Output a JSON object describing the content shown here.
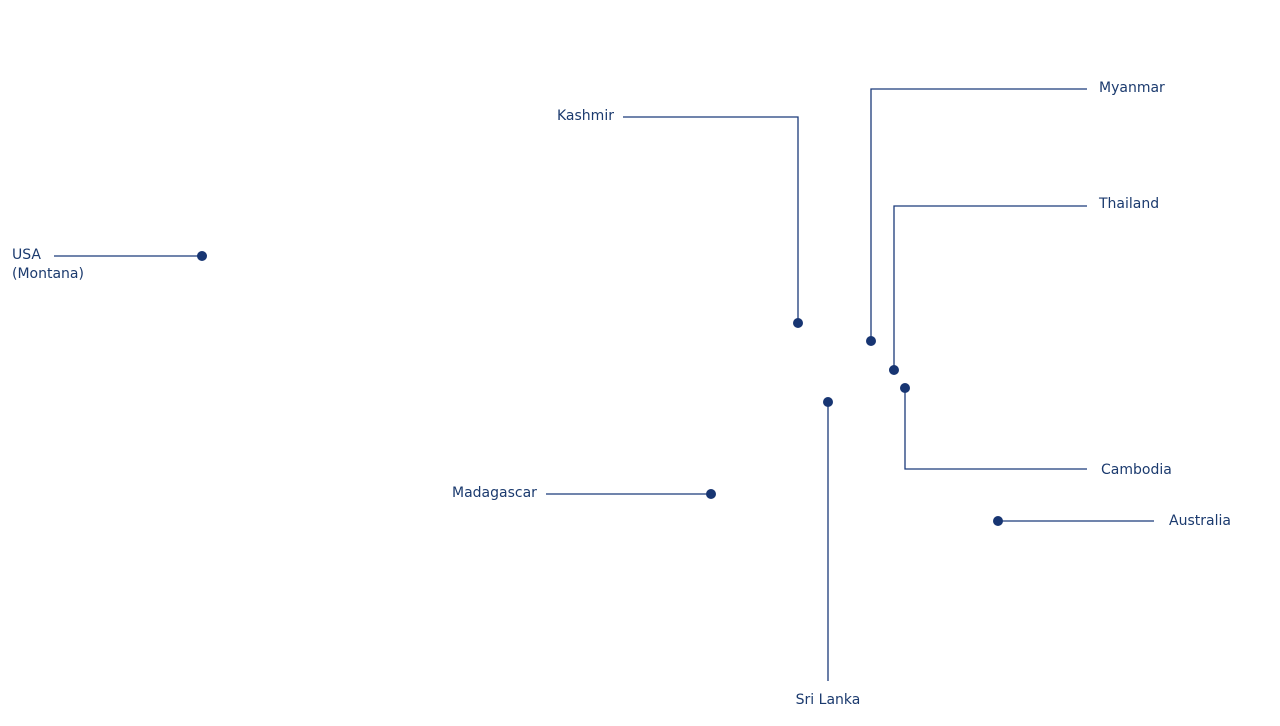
{
  "colors": {
    "line": "#1b3a7a",
    "dot": "#173572",
    "text": "#1b3a6e",
    "background": "#ffffff"
  },
  "callouts": [
    {
      "id": "usa-montana",
      "label_lines": [
        "USA",
        "(Montana)"
      ]
    },
    {
      "id": "kashmir",
      "label_lines": [
        "Kashmir"
      ]
    },
    {
      "id": "myanmar",
      "label_lines": [
        "Myanmar"
      ]
    },
    {
      "id": "thailand",
      "label_lines": [
        "Thailand"
      ]
    },
    {
      "id": "cambodia",
      "label_lines": [
        "Cambodia"
      ]
    },
    {
      "id": "madagascar",
      "label_lines": [
        "Madagascar"
      ]
    },
    {
      "id": "sri-lanka",
      "label_lines": [
        "Sri Lanka"
      ]
    },
    {
      "id": "australia",
      "label_lines": [
        "Australia"
      ]
    }
  ]
}
